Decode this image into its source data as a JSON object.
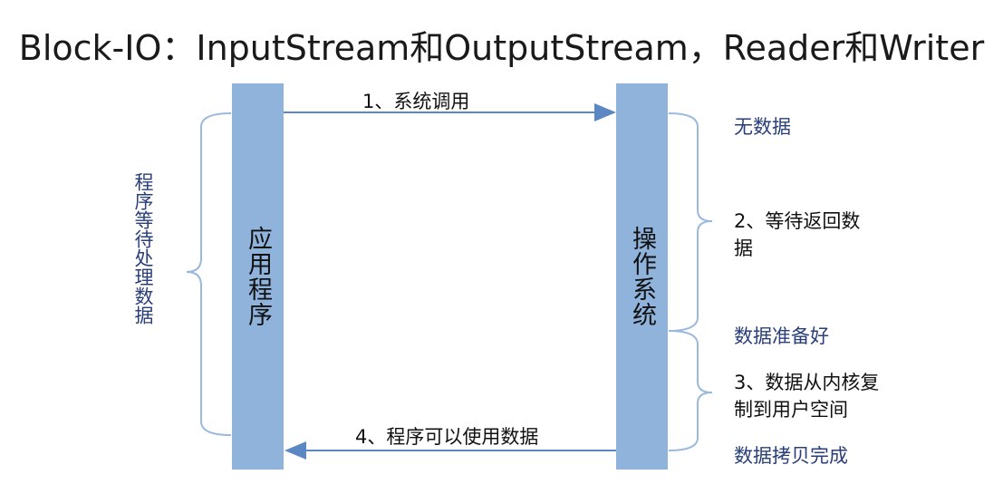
{
  "title": "Block-IO：InputStream和OutputStream，Reader和Writer",
  "app_label": "应用程序",
  "os_label": "操作系统",
  "left_label": "程序等待处理数据",
  "step1": "1、系统调用",
  "step2": "2、等待返回数据",
  "step3": "3、数据从内核复制到用户空间",
  "step4": "4、程序可以使用数据",
  "state_no_data": "无数据",
  "state_ready": "数据准备好",
  "state_copied": "数据拷贝完成",
  "colors": {
    "pillar": "#8fb3db",
    "arrow": "#5b87c2",
    "brace": "#9bb9dd",
    "state_text": "#2a3f7a"
  }
}
